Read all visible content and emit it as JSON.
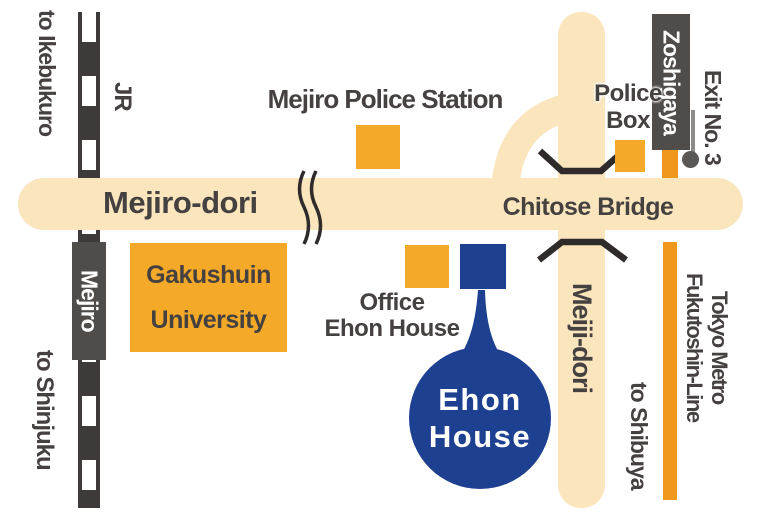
{
  "labels": {
    "to_ikebukuro": "to Ikebukuro",
    "jr": "JR",
    "mejiro_police_station": "Mejiro Police Station",
    "police_box_line1": "Police",
    "police_box_line2": "Box",
    "zoshigaya": "Zoshigaya",
    "exit_no_3": "Exit No. 3",
    "mejiro_dori": "Mejiro-dori",
    "chitose_bridge": "Chitose Bridge",
    "mejiro_station": "Mejiro",
    "to_shinjuku": "to Shinjuku",
    "gakushuin_line1": "Gakushuin",
    "gakushuin_line2": "University",
    "office_line1": "Office",
    "office_line2": "Ehon House",
    "ehon_line1": "Ehon",
    "ehon_line2": "House",
    "meiji_dori": "Meiji-dori",
    "to_shibuya": "to Shibuya",
    "metro_line1": "Tokyo Metro",
    "metro_line2": "Fukutoshin-Line"
  },
  "icons": {
    "road_break": "wavy-break-lines",
    "bridge_marks": "bridge-abutment-brackets",
    "exit_marker": "gray-dot",
    "destination_marker": "balloon-pointer"
  },
  "colors": {
    "road": "#FAE5BD",
    "orange": "#F4A929",
    "metro": "#F0981E",
    "navy": "#1E4090",
    "dark": "#454140",
    "rail": "#3E3A39",
    "station": "#504C4A",
    "ink": "#2E2B2A",
    "dot": "#5A5755",
    "leader": "#8E8B89"
  }
}
